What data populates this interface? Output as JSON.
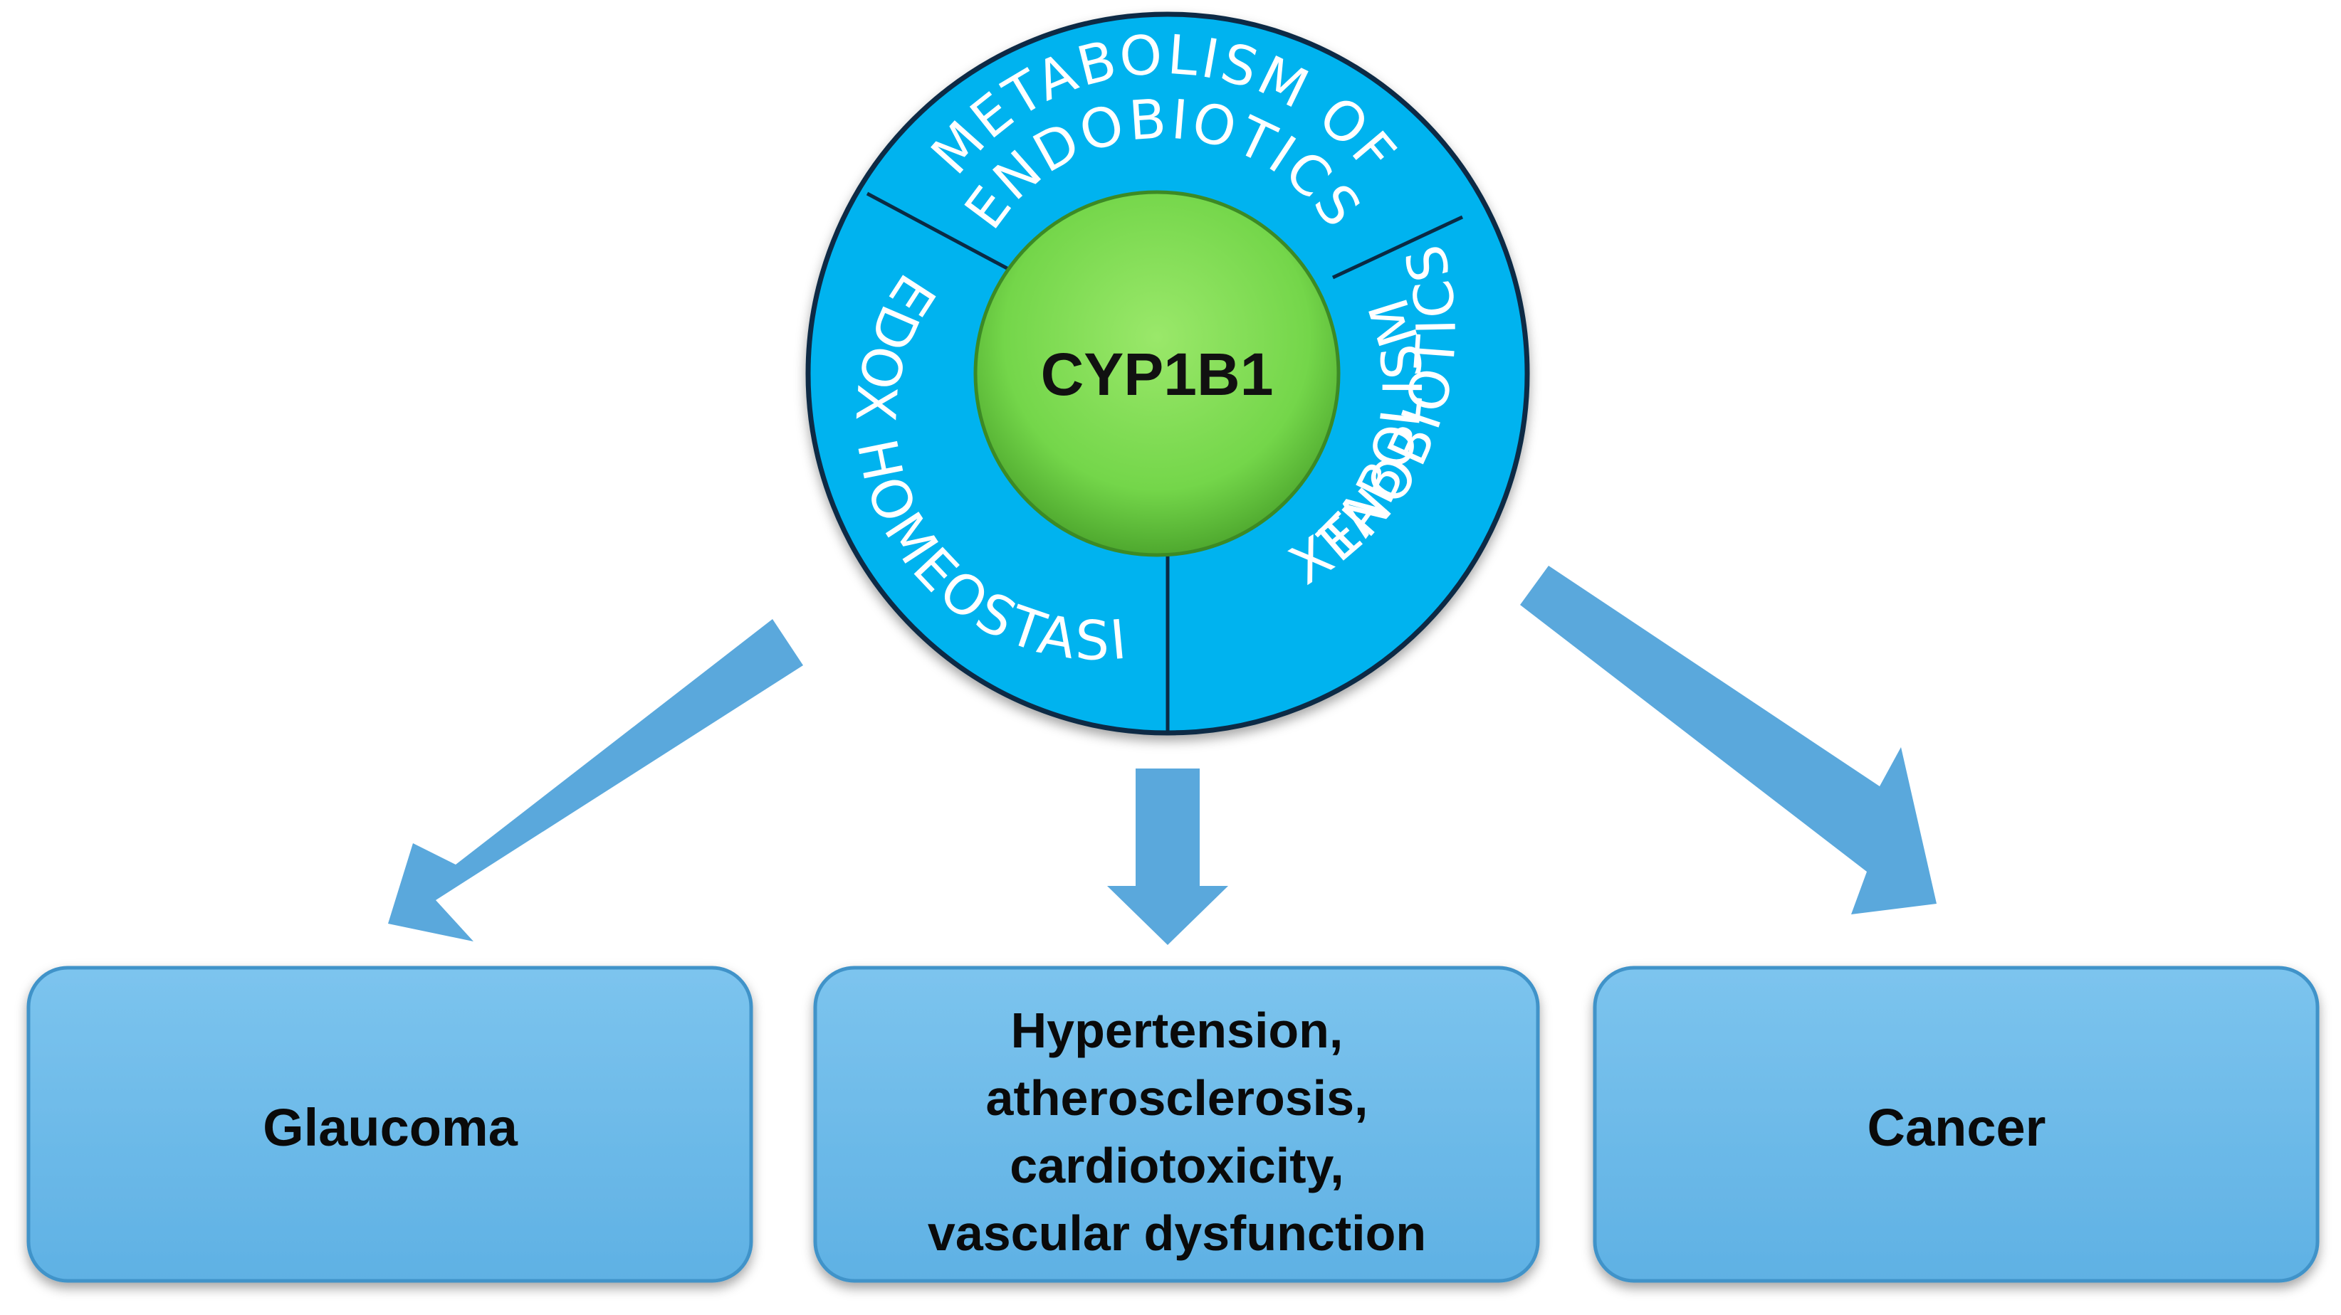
{
  "center": {
    "label": "CYP1B1"
  },
  "ring": {
    "segments": [
      {
        "lines": [
          "METABOLISM OF",
          "ENDOBIOTICS"
        ]
      },
      {
        "lines": [
          "METABOLISM OF",
          "XENOBIOTICS"
        ]
      },
      {
        "lines": [
          "REDOX HOMEOSTASIS"
        ]
      }
    ]
  },
  "outcomes": [
    {
      "lines": [
        "Glaucoma"
      ]
    },
    {
      "lines": [
        "Hypertension,",
        "atherosclerosis,",
        "cardiotoxicity,",
        "vascular dysfunction"
      ]
    },
    {
      "lines": [
        "Cancer"
      ]
    }
  ],
  "colors": {
    "ring_fill": "#00b3ef",
    "ring_stroke": "#0a2a44",
    "center_fill": "#76d94a",
    "arrow_fill": "#5aa8dc",
    "box_fill": "#6dbbea",
    "box_stroke": "#3f93c9"
  }
}
